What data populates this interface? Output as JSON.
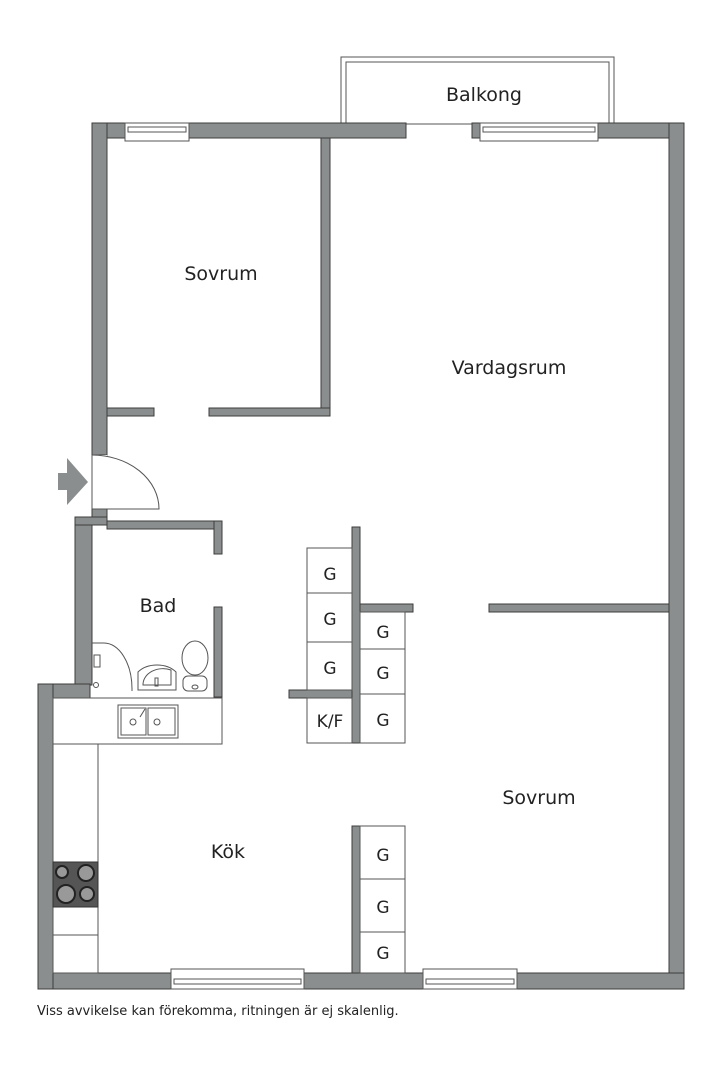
{
  "plan": {
    "rooms": {
      "balcony": "Balkong",
      "bedroom_1": "Sovrum",
      "living_room": "Vardagsrum",
      "bathroom": "Bad",
      "kitchen": "Kök",
      "bedroom_2": "Sovrum"
    },
    "closets": {
      "left_column": [
        "G",
        "G",
        "G",
        "K/F"
      ],
      "right_column": [
        "G",
        "G",
        "G"
      ],
      "bottom_column": [
        "G",
        "G",
        "G"
      ]
    },
    "entrance_icon": "arrow-right-icon",
    "colors": {
      "wall": "#8b8e8e",
      "wall_outline": "#3c3c3c",
      "background": "#ffffff",
      "stove": "#555555"
    }
  },
  "footer": {
    "disclaimer": "Viss avvikelse kan förekomma, ritningen är ej skalenlig."
  }
}
